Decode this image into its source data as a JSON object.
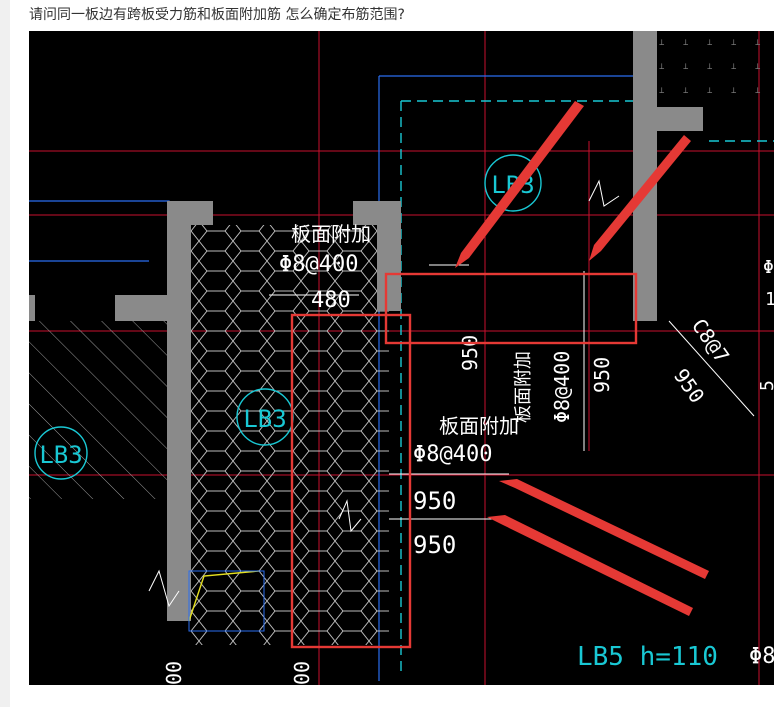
{
  "question": {
    "text": "请问同一板边有跨板受力筋和板面附加筋 怎么确定布筋范围?"
  },
  "drawing": {
    "slab_labels": [
      "LB3",
      "LB3",
      "LB3"
    ],
    "rebar_labels": [
      {
        "title": "板面附加",
        "spec": "Φ8@400",
        "length": "480"
      },
      {
        "title": "板面附加",
        "spec": "Φ8@400",
        "length_a": "950",
        "length_b": "950"
      },
      {
        "title": "板面附加",
        "spec": "Φ8@400",
        "length_a": "950",
        "length_b": "950"
      }
    ],
    "right_label": {
      "spec": "C8@7",
      "length": "950"
    },
    "bottom_label": "LB5 h=110",
    "edge_texts": {
      "phi": "Φ8",
      "num1": "1",
      "num2": "5"
    },
    "bottom_dims": [
      "00",
      "00"
    ]
  },
  "colors": {
    "background": "#000000",
    "highlight": "#e53935",
    "wall": "#8a8a8a",
    "cyan": "#19c8d4",
    "white": "#ffffff",
    "red_line": "#c8102e",
    "blue_line": "#2a6ef0"
  }
}
